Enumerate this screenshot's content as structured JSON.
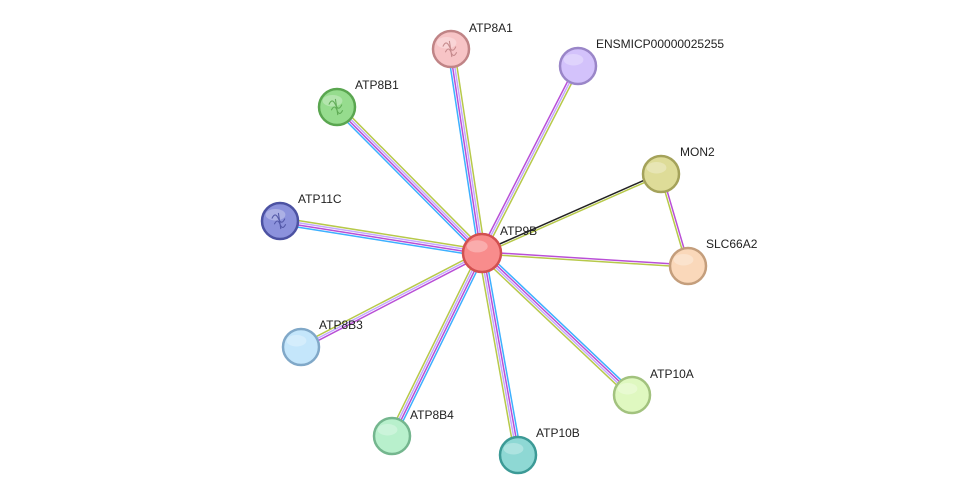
{
  "network": {
    "center": "ATP9B",
    "nodes": [
      {
        "id": "ATP9B",
        "label": "ATP9B",
        "fill": "#f88c8c",
        "stroke": "#d25050",
        "structure": false
      },
      {
        "id": "ATP8A1",
        "label": "ATP8A1",
        "fill": "#f7c4c6",
        "stroke": "#c08486",
        "structure": true
      },
      {
        "id": "ENSMICP00000025255",
        "label": "ENSMICP00000025255",
        "fill": "#d3c2fb",
        "stroke": "#9a86c8",
        "structure": false
      },
      {
        "id": "ATP8B1",
        "label": "ATP8B1",
        "fill": "#96dc8e",
        "stroke": "#5aa650",
        "structure": true
      },
      {
        "id": "MON2",
        "label": "MON2",
        "fill": "#dedc98",
        "stroke": "#a4a25a",
        "structure": false
      },
      {
        "id": "ATP11C",
        "label": "ATP11C",
        "fill": "#8c92dc",
        "stroke": "#4c52a2",
        "structure": true
      },
      {
        "id": "SLC66A2",
        "label": "SLC66A2",
        "fill": "#fad8ba",
        "stroke": "#c49e7c",
        "structure": false
      },
      {
        "id": "ATP8B3",
        "label": "ATP8B3",
        "fill": "#c4e6fb",
        "stroke": "#80a8c8",
        "structure": false
      },
      {
        "id": "ATP10A",
        "label": "ATP10A",
        "fill": "#dff8c0",
        "stroke": "#a2c27e",
        "structure": false
      },
      {
        "id": "ATP8B4",
        "label": "ATP8B4",
        "fill": "#b8f0cc",
        "stroke": "#74b68e",
        "structure": false
      },
      {
        "id": "ATP10B",
        "label": "ATP10B",
        "fill": "#8ed8d4",
        "stroke": "#3c9a96",
        "structure": false
      }
    ],
    "edges": [
      {
        "from": "ATP9B",
        "to": "ATP8A1",
        "colors": [
          "#3db0ff",
          "#b94fd6",
          "#c3a7ff",
          "#b7c94a"
        ]
      },
      {
        "from": "ATP9B",
        "to": "ENSMICP00000025255",
        "colors": [
          "#b94fd6",
          "#c3a7ff",
          "#b7c94a"
        ]
      },
      {
        "from": "ATP9B",
        "to": "ATP8B1",
        "colors": [
          "#3db0ff",
          "#b94fd6",
          "#c3a7ff",
          "#b7c94a"
        ]
      },
      {
        "from": "ATP9B",
        "to": "MON2",
        "colors": [
          "#222222",
          "#b7c94a"
        ]
      },
      {
        "from": "ATP9B",
        "to": "ATP11C",
        "colors": [
          "#3db0ff",
          "#b94fd6",
          "#c3a7ff",
          "#b7c94a"
        ]
      },
      {
        "from": "ATP9B",
        "to": "SLC66A2",
        "colors": [
          "#b94fd6",
          "#b7c94a"
        ]
      },
      {
        "from": "ATP9B",
        "to": "ATP8B3",
        "colors": [
          "#b94fd6",
          "#c3a7ff",
          "#b7c94a"
        ]
      },
      {
        "from": "ATP9B",
        "to": "ATP10A",
        "colors": [
          "#3db0ff",
          "#b94fd6",
          "#c3a7ff",
          "#b7c94a"
        ]
      },
      {
        "from": "ATP9B",
        "to": "ATP8B4",
        "colors": [
          "#3db0ff",
          "#b94fd6",
          "#c3a7ff",
          "#b7c94a"
        ]
      },
      {
        "from": "ATP9B",
        "to": "ATP10B",
        "colors": [
          "#3db0ff",
          "#b94fd6",
          "#c3a7ff",
          "#b7c94a"
        ]
      },
      {
        "from": "MON2",
        "to": "SLC66A2",
        "colors": [
          "#b94fd6",
          "#b7c94a"
        ]
      }
    ]
  }
}
